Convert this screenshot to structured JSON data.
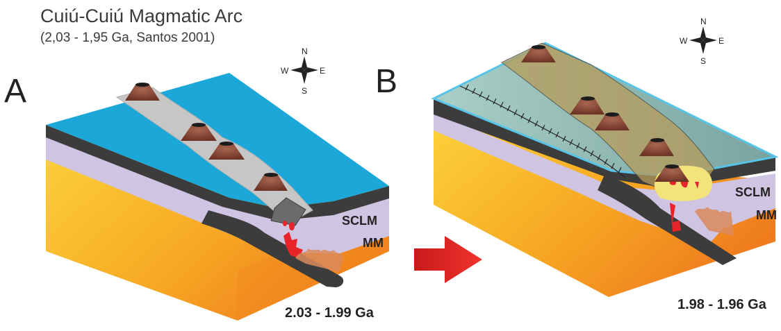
{
  "title": "Cuiú-Cuiú Magmatic Arc",
  "subtitle": "(2,03 - 1,95 Ga, Santos 2001)",
  "panel_a": {
    "letter": "A",
    "age": "2.03 - 1.99 Ga",
    "sclm_label": "SCLM",
    "mm_label": "MM",
    "compass": {
      "n": "N",
      "s": "S",
      "e": "E",
      "w": "W"
    }
  },
  "panel_b": {
    "letter": "B",
    "age": "1.98 - 1.96 Ga",
    "sclm_label": "SCLM",
    "mm_label": "MM",
    "compass": {
      "n": "N",
      "s": "S",
      "e": "E",
      "w": "W"
    }
  },
  "colors": {
    "ocean": "#1ba8d8",
    "slab": "#3c3c3c",
    "sclm": "#cfc4e2",
    "mantle": "#f7a823",
    "arc_a": "#c6c6c6",
    "arc_b": "#b79c5a",
    "volcano": "#8b4a3a",
    "magma": "#e8232a",
    "arrow": "#e02626"
  }
}
